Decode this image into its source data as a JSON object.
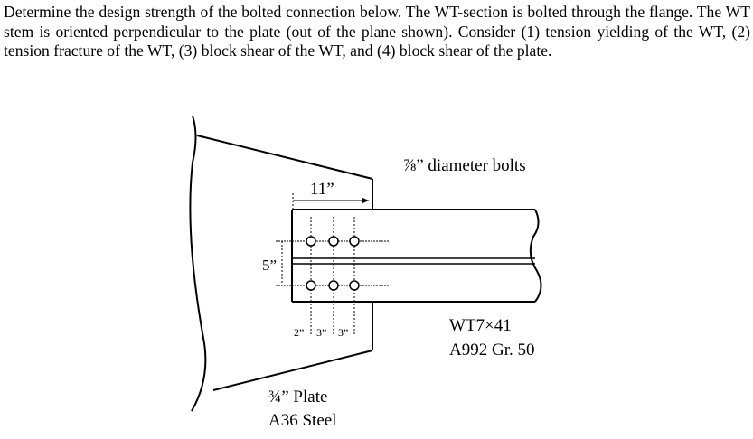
{
  "problem": {
    "text": "Determine the design strength of the bolted connection below. The WT-section is bolted through the flange. The WT stem is oriented perpendicular to the plate (out of the plane shown). Consider (1) tension yielding of the WT, (2) tension fracture of the WT, (3) block shear of the WT, and (4) block shear of the plate."
  },
  "figure": {
    "bolt_label": "⅞” diameter bolts",
    "length_label": "11”",
    "gage_label": "5”",
    "spacing_labels": [
      "2”",
      "3”",
      "3”"
    ],
    "section_label": "WT7×41",
    "section_grade": "A992 Gr. 50",
    "plate_label": "¾” Plate",
    "plate_grade": "A36 Steel"
  }
}
